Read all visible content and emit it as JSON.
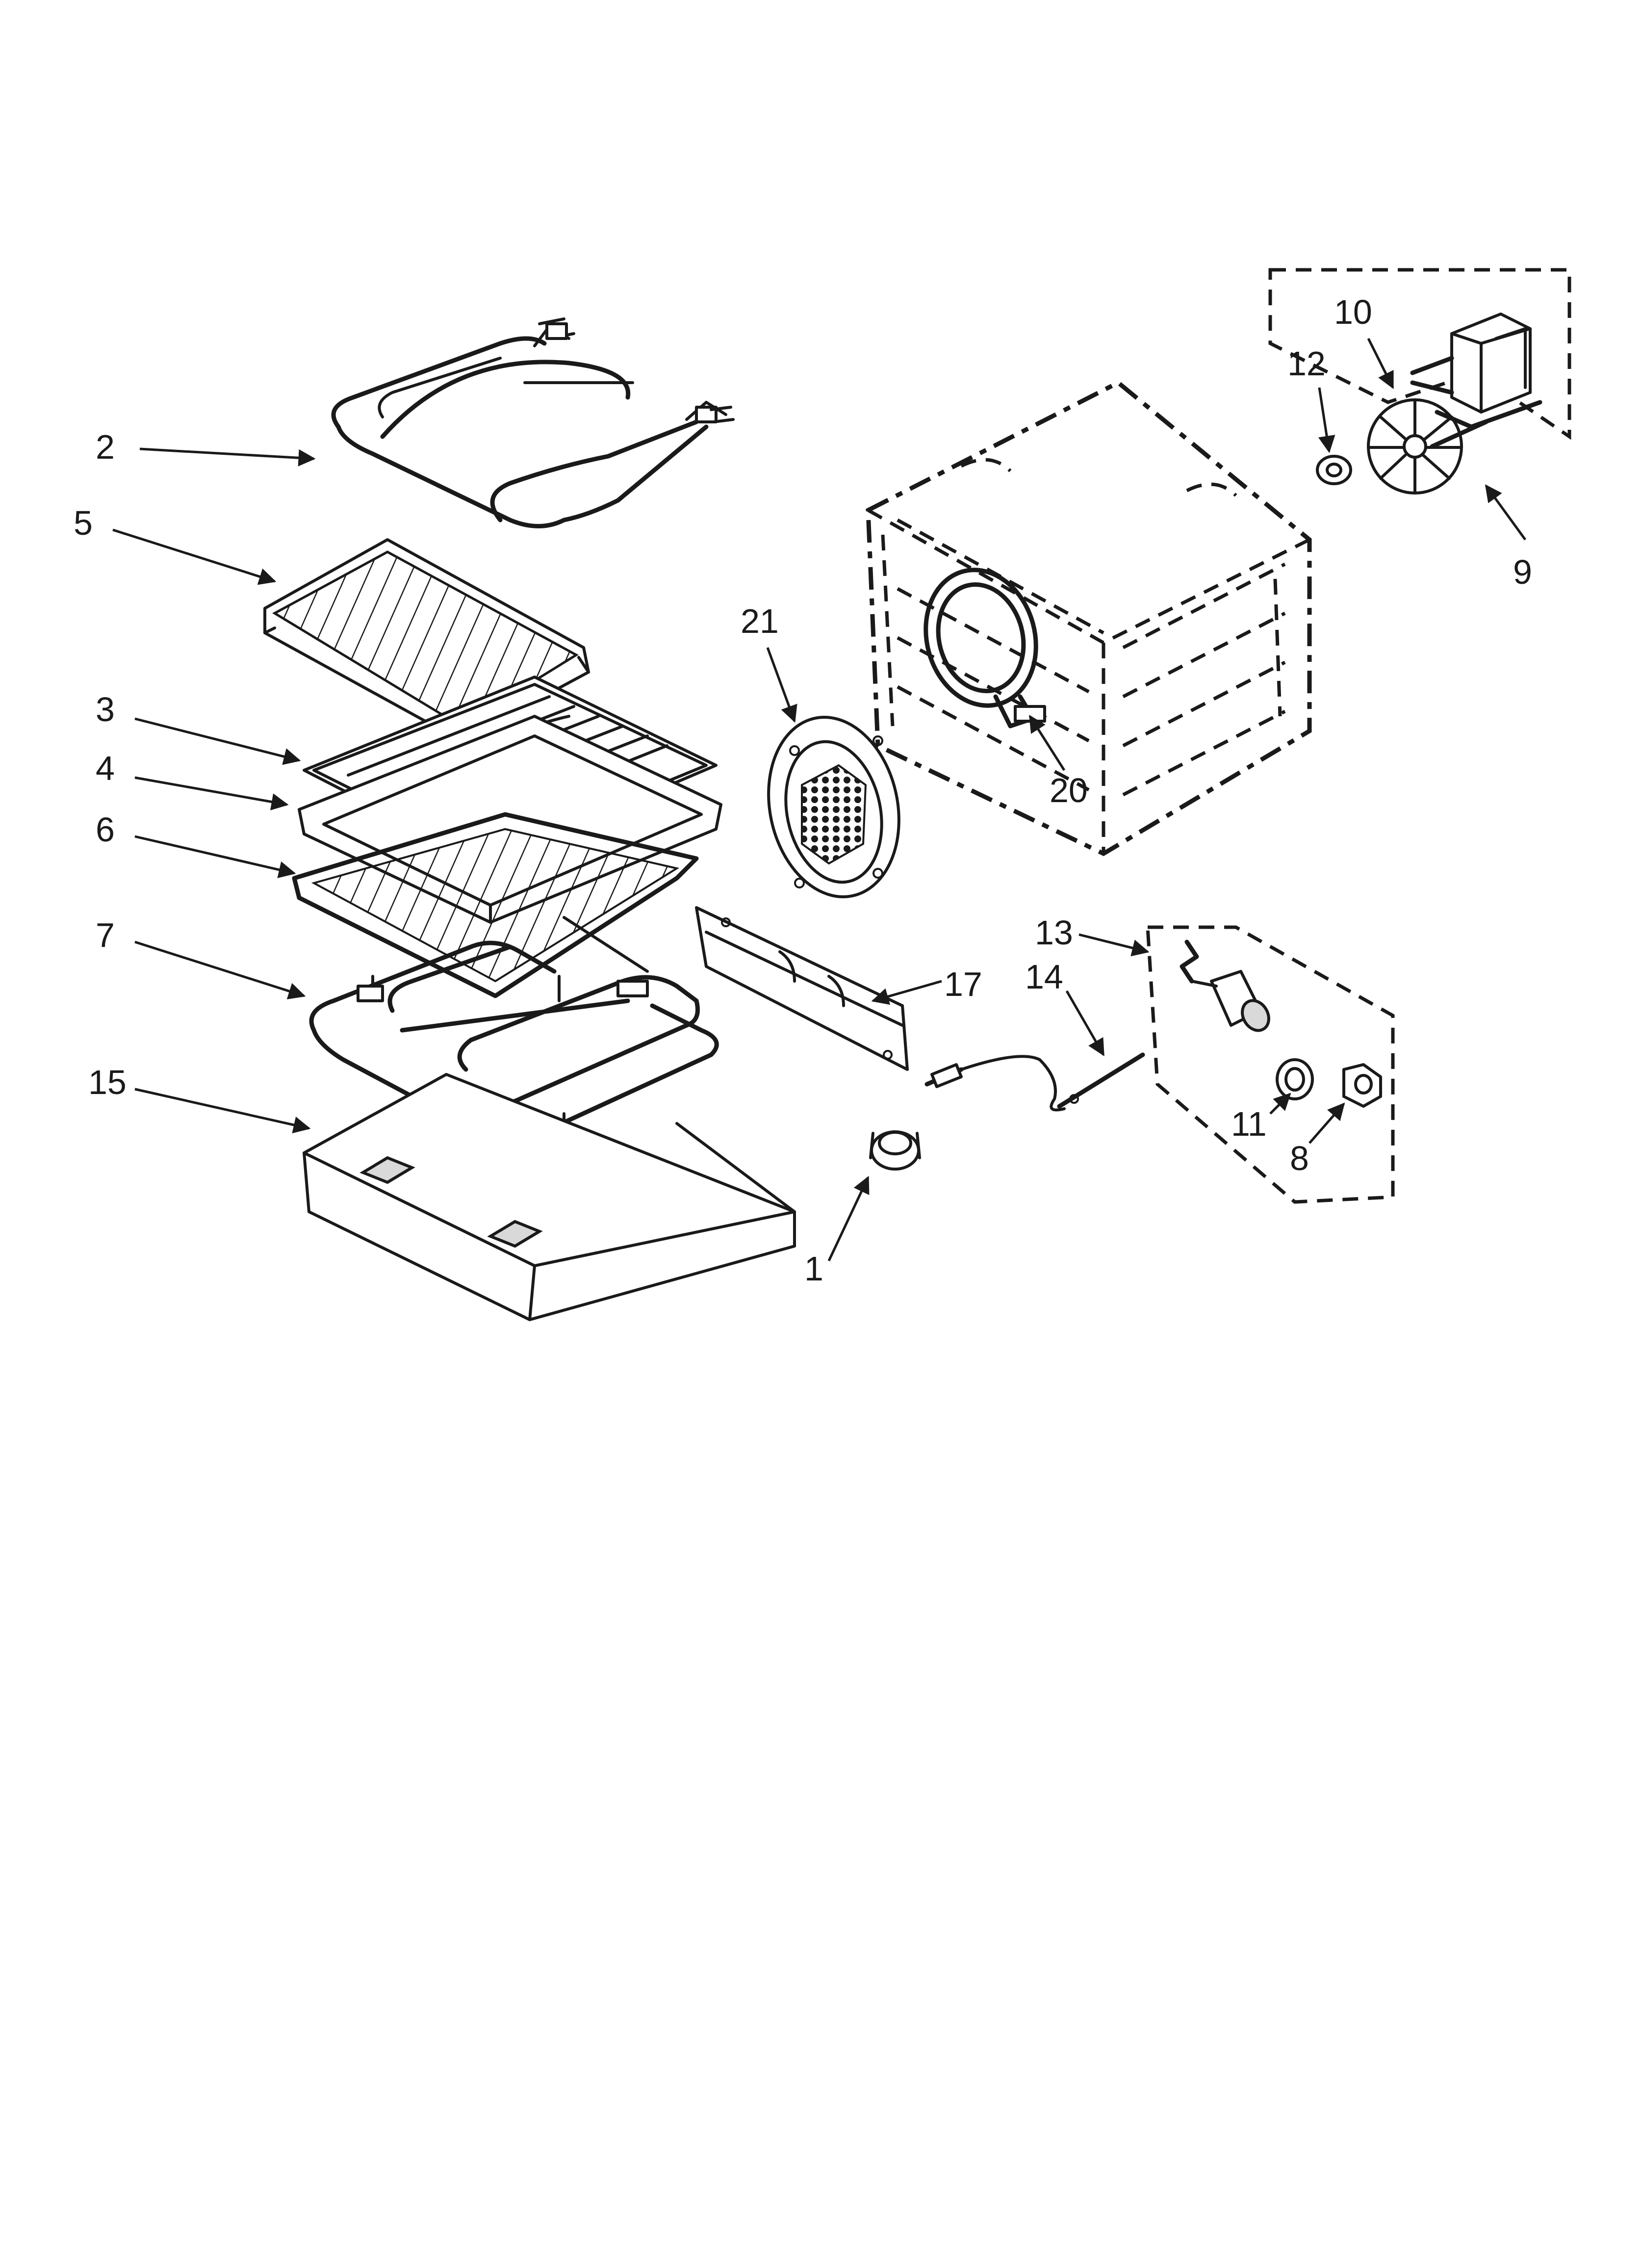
{
  "diagram": {
    "callouts": [
      "1",
      "2",
      "3",
      "4",
      "5",
      "6",
      "7",
      "8",
      "9",
      "10",
      "11",
      "12",
      "13",
      "14",
      "15",
      "17",
      "20",
      "21"
    ]
  }
}
